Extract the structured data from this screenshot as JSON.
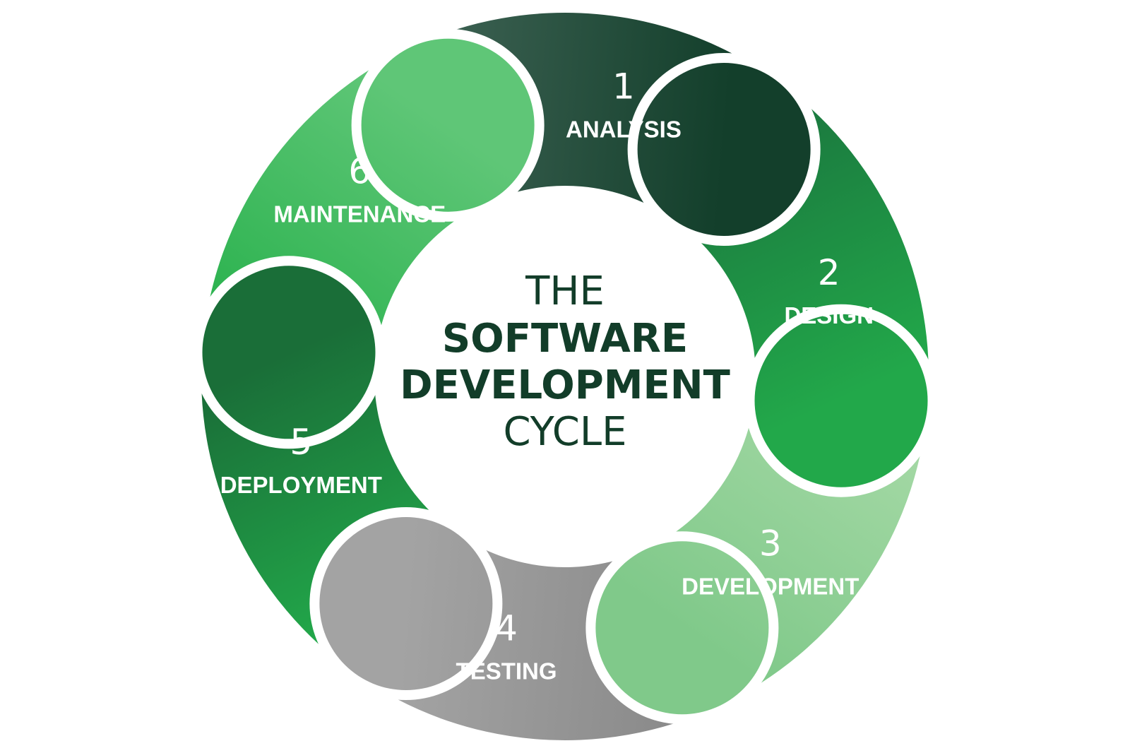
{
  "diagram": {
    "title": {
      "line1": "THE",
      "line2": "SOFTWARE",
      "line3": "DEVELOPMENT",
      "line4": "CYCLE"
    },
    "steps": [
      {
        "number": "1",
        "label": "ANALYSIS",
        "color_start": "#3a5f50",
        "color_end": "#133f2b"
      },
      {
        "number": "2",
        "label": "DESIGN",
        "color_start": "#1b7a3f",
        "color_end": "#22a84a"
      },
      {
        "number": "3",
        "label": "DEVELOPMENT",
        "color_start": "#a3d8a4",
        "color_end": "#80c98a"
      },
      {
        "number": "4",
        "label": "TESTING",
        "color_start": "#8a8a8a",
        "color_end": "#a3a3a3"
      },
      {
        "number": "5",
        "label": "DEPLOYMENT",
        "color_start": "#22a84a",
        "color_end": "#1a6e38"
      },
      {
        "number": "6",
        "label": "MAINTENANCE",
        "color_start": "#2db350",
        "color_end": "#5fc677"
      }
    ],
    "center_color": "#ffffff",
    "gap_color": "#ffffff"
  }
}
